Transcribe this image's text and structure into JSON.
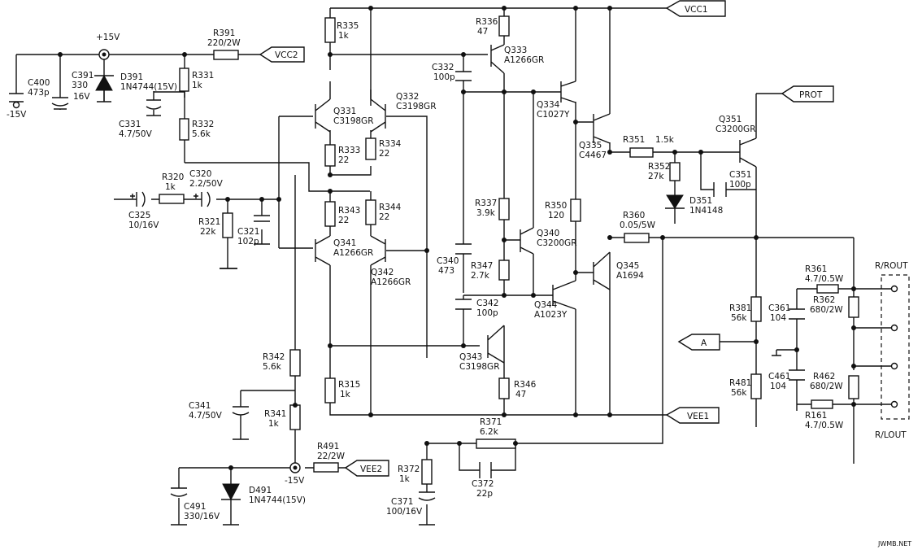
{
  "nets": {
    "vcc1": "VCC1",
    "vcc2": "VCC2",
    "vee1": "VEE1",
    "vee2": "VEE2",
    "prot": "PROT",
    "a": "A",
    "plus15": "+15V",
    "minus15a": "-15V",
    "minus15b": "-15V",
    "r_rout": "R/ROUT",
    "r_lout": "R/LOUT",
    "watermark": "JWMB.NET"
  },
  "components": {
    "r391": [
      "R391",
      "220/2W"
    ],
    "c400": [
      "C400",
      "473p"
    ],
    "c391": [
      "C391",
      "330",
      "16V"
    ],
    "d391": [
      "D391",
      "1N4744(15V)"
    ],
    "r331": [
      "R331",
      "1k"
    ],
    "c331": [
      "C331",
      "4.7/50V"
    ],
    "r332": [
      "R332",
      "5.6k"
    ],
    "r335": [
      "R335",
      "1k"
    ],
    "q331": [
      "Q331",
      "C3198GR"
    ],
    "q332": [
      "Q332",
      "C3198GR"
    ],
    "r333": [
      "R333",
      "22"
    ],
    "r334": [
      "R334",
      "22"
    ],
    "r343": [
      "R343",
      "22"
    ],
    "r344": [
      "R344",
      "22"
    ],
    "q341": [
      "Q341",
      "A1266GR"
    ],
    "q342": [
      "Q342",
      "A1266GR"
    ],
    "r320": [
      "R320",
      "1k"
    ],
    "c320": [
      "C320",
      "2.2/50V"
    ],
    "c325": [
      "C325",
      "10/16V"
    ],
    "r321": [
      "R321",
      "22k"
    ],
    "c321": [
      "C321",
      "102p"
    ],
    "r342": [
      "R342",
      "5.6k"
    ],
    "c341": [
      "C341",
      "4.7/50V"
    ],
    "r341": [
      "R341",
      "1k"
    ],
    "r315": [
      "R315",
      "1k"
    ],
    "r491": [
      "R491",
      "22/2W"
    ],
    "c491": [
      "C491",
      "330/16V"
    ],
    "d491": [
      "D491",
      "1N4744(15V)"
    ],
    "r336": [
      "R336",
      "47"
    ],
    "q333": [
      "Q333",
      "A1266GR"
    ],
    "c332": [
      "C332",
      "100p"
    ],
    "q334": [
      "Q334",
      "C1027Y"
    ],
    "q335": [
      "Q335",
      "C4467"
    ],
    "r337": [
      "R337",
      "3.9k"
    ],
    "q340": [
      "Q340",
      "C3200GR"
    ],
    "r350": [
      "R350",
      "120"
    ],
    "c340": [
      "C340",
      "473"
    ],
    "r347": [
      "R347",
      "2.7k"
    ],
    "c342": [
      "C342",
      "100p"
    ],
    "q344": [
      "Q344",
      "A1023Y"
    ],
    "q345": [
      "Q345",
      "A1694"
    ],
    "q343": [
      "Q343",
      "C3198GR"
    ],
    "r346": [
      "R346",
      "47"
    ],
    "r371": [
      "R371",
      "6.2k"
    ],
    "c372": [
      "C372",
      "22p"
    ],
    "r372": [
      "R372",
      "1k"
    ],
    "c371": [
      "C371",
      "100/16V"
    ],
    "r351": [
      "R351",
      "1.5k"
    ],
    "r352": [
      "R352",
      "27k"
    ],
    "d351": [
      "D351",
      "1N4148"
    ],
    "q351": [
      "Q351",
      "C3200GR"
    ],
    "c351": [
      "C351",
      "100p"
    ],
    "r360": [
      "R360",
      "0.05/5W"
    ],
    "r381": [
      "R381",
      "56k"
    ],
    "c361": [
      "C361",
      "104"
    ],
    "r481": [
      "R481",
      "56k"
    ],
    "c461": [
      "C461",
      "104"
    ],
    "r361": [
      "R361",
      "4.7/0.5W"
    ],
    "r362": [
      "R362",
      "680/2W"
    ],
    "r462": [
      "R462",
      "680/2W"
    ],
    "r161": [
      "R161",
      "4.7/0.5W"
    ]
  }
}
